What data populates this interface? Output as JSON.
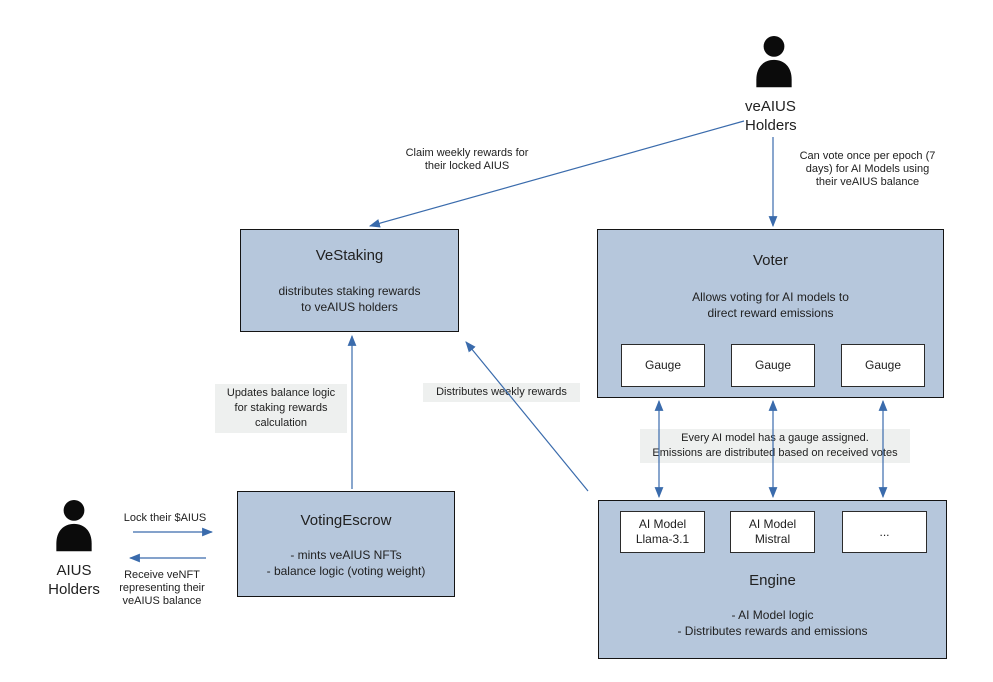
{
  "diagram": {
    "actors": {
      "veaius": {
        "label": "veAIUS\nHolders"
      },
      "aius": {
        "label": "AIUS\nHolders"
      }
    },
    "boxes": {
      "vestaking": {
        "title": "VeStaking",
        "body": "distributes staking rewards\nto veAIUS holders"
      },
      "voter": {
        "title": "Voter",
        "body": "Allows voting for AI models to\ndirect reward emissions",
        "gauges": [
          "Gauge",
          "Gauge",
          "Gauge"
        ]
      },
      "votingescrow": {
        "title": "VotingEscrow",
        "body": "- mints veAIUS NFTs\n- balance logic (voting weight)"
      },
      "engine": {
        "title": "Engine",
        "body": "- AI Model logic\n- Distributes rewards and emissions",
        "models": [
          "AI Model\nLlama-3.1",
          "AI Model\nMistral",
          "..."
        ]
      }
    },
    "labels": {
      "claim_rewards": "Claim weekly rewards for\ntheir locked AIUS",
      "can_vote": "Can vote once per epoch (7\ndays)  for AI Models using\ntheir veAIUS balance",
      "updates_balance": "Updates balance logic\nfor staking rewards\ncalculation",
      "distributes_weekly": "Distributes weekly rewards",
      "gauge_assignment": "Every AI model has a gauge assigned.\nEmissions are distributed based on received votes",
      "lock_aius": "Lock their $AIUS",
      "receive_venft": "Receive veNFT\nrepresenting their\nveAIUS balance"
    },
    "colors": {
      "box_fill": "#b6c7dc",
      "box_border": "#141414",
      "note_fill": "#eef0ef",
      "arrow": "#3a6bac"
    }
  }
}
